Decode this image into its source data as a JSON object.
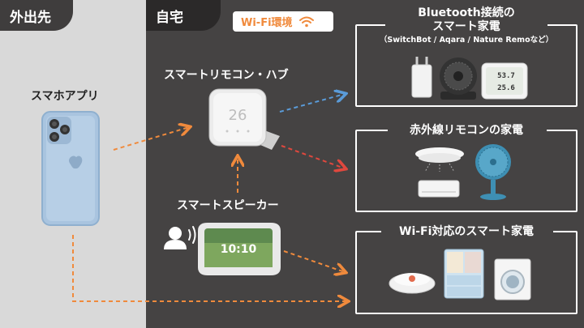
{
  "tabs": {
    "outside": "外出先",
    "home": "自宅"
  },
  "wifi_badge": "Wi-Fi環境",
  "labels": {
    "phone_app": "スマホアプリ",
    "remote_hub": "スマートリモコン・ハブ",
    "smart_speaker": "スマートスピーカー"
  },
  "boxes": {
    "bluetooth": {
      "title_line1": "Bluetooth接続の",
      "title_line2": "スマート家電",
      "subtitle": "（SwitchBot / Aqara / Nature Remoなど）"
    },
    "infrared": {
      "title": "赤外線リモコンの家電"
    },
    "wifi": {
      "title": "Wi-Fi対応のスマート家電"
    }
  },
  "device_screens": {
    "hub_display": "26",
    "speaker_clock": "10:10",
    "thermo_top": "53.7",
    "thermo_bottom": "25.6"
  },
  "colors": {
    "outside_bg": "#d9d9d9",
    "home_bg": "#454343",
    "accent_orange": "#f08a3c",
    "arrow_blue": "#5a9bd8",
    "arrow_red": "#e0483e"
  },
  "icons": [
    "wifi-icon",
    "smartphone-icon",
    "hub-icon",
    "smart-speaker-icon",
    "person-speaking-icon",
    "smart-plug-icon",
    "circulator-fan-icon",
    "thermometer-icon",
    "ceiling-light-icon",
    "air-conditioner-icon",
    "electric-fan-icon",
    "robot-vacuum-icon",
    "refrigerator-icon",
    "washing-machine-icon"
  ]
}
